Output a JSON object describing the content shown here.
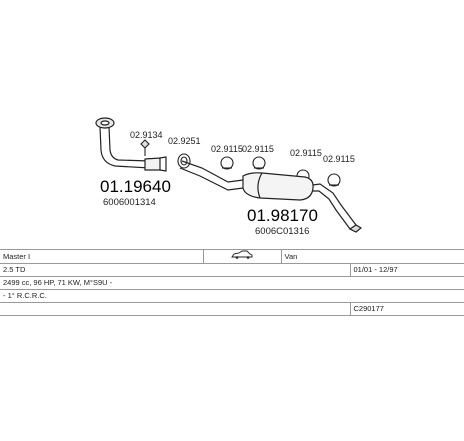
{
  "diagram": {
    "parts": [
      {
        "ref": "01.19640",
        "oem": "6006001314"
      },
      {
        "ref": "01.98170",
        "oem": "6006C01316"
      }
    ],
    "small_labels": [
      "02.9134",
      "02.9251",
      "02.9115",
      "02.9115",
      "02.9115",
      "02.9115"
    ]
  },
  "specs": {
    "model": "Master I",
    "body": "Van",
    "engine": "2.5 TD",
    "years": "01/01 - 12/97",
    "engine_detail": "2499 cc, 96 HP, 71 KW, M°S9U -",
    "version": "- 1° R.C.R.C.",
    "code": "C290177",
    "car_icon": "car-icon"
  }
}
